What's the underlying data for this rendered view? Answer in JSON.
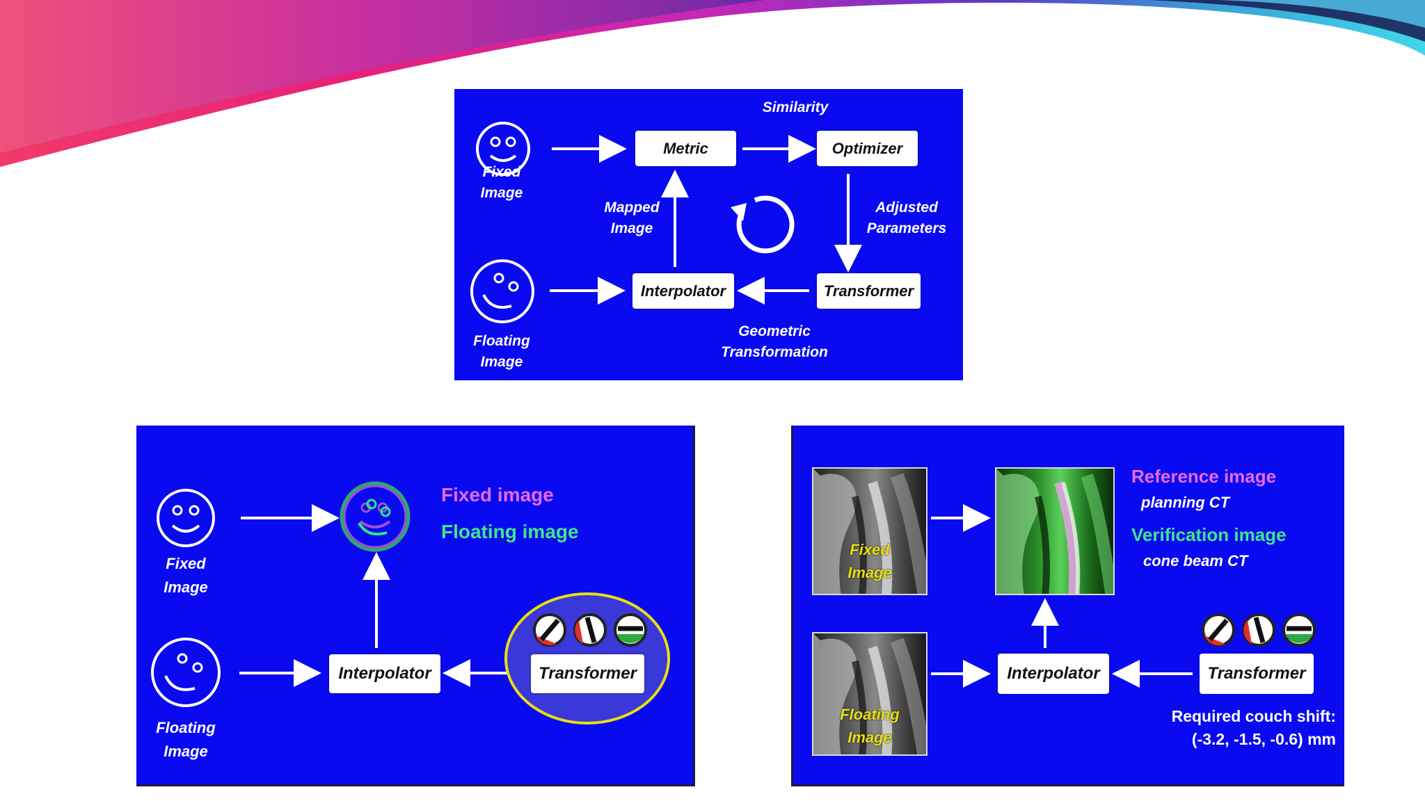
{
  "top_diagram": {
    "fixed_image": "Fixed\nImage",
    "floating_image": "Floating\nImage",
    "metric": "Metric",
    "optimizer": "Optimizer",
    "interpolator": "Interpolator",
    "transformer": "Transformer",
    "similarity": "Similarity",
    "mapped_image": "Mapped\nImage",
    "adjusted_parameters": "Adjusted\nParameters",
    "geometric_transformation": "Geometric\nTransformation"
  },
  "bottom_left": {
    "fixed_image": "Fixed\nImage",
    "floating_image": "Floating\nImage",
    "interpolator": "Interpolator",
    "transformer": "Transformer",
    "legend_fixed": "Fixed image",
    "legend_floating": "Floating image",
    "legend_fixed_color": "#e86af0",
    "legend_floating_color": "#3ee88a"
  },
  "bottom_right": {
    "fixed_caption": "Fixed\nImage",
    "floating_caption": "Floating\nImage",
    "interpolator": "Interpolator",
    "transformer": "Transformer",
    "reference_title": "Reference image",
    "reference_sub": "planning CT",
    "verification_title": "Verification image",
    "verification_sub": "cone beam CT",
    "couch_shift": "Required couch shift:\n(-3.2, -1.5, -0.6) mm"
  },
  "colors": {
    "panel_blue": "#0a0af0",
    "arrow_white": "#ffffff",
    "highlight_yellow": "#e8e010"
  }
}
